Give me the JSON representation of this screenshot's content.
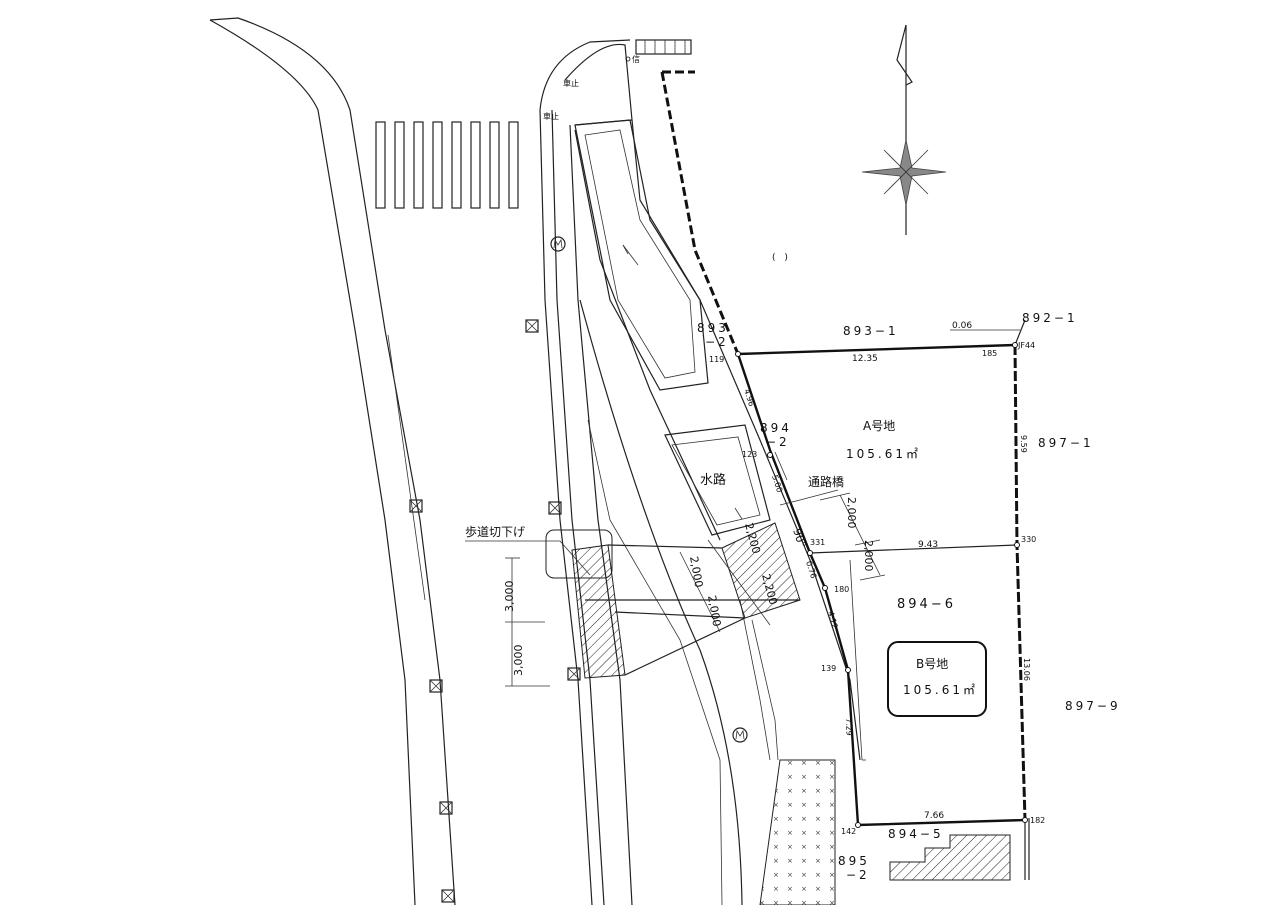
{
  "parcels": {
    "p893_1": "893−1",
    "p892_1": "892−1",
    "p893_2_a": "893",
    "p893_2_b": "−2",
    "p894_2_a": "894",
    "p894_2_b": "−2",
    "p897_1": "897−1",
    "p894_6": "894−6",
    "p897_9": "897−9",
    "p894_5": "894−5",
    "p895_2_a": "895",
    "p895_2_b": "−2"
  },
  "lot_a": {
    "name": "A号地",
    "area": "105.61㎡"
  },
  "lot_b": {
    "name": "B号地",
    "area": "105.61㎡"
  },
  "features": {
    "waterway": "水路",
    "passage_bridge": "通路橋",
    "sidewalk_cut": "歩道切下げ",
    "stop_1": "車止",
    "stop_2": "車止",
    "signal": "信",
    "parenthesis": "(         )"
  },
  "points": {
    "p119": "119",
    "p185": "185",
    "jf44": "JF44",
    "p123": "123",
    "p331": "331",
    "p330": "330",
    "p180": "180",
    "p139": "139",
    "p142": "142",
    "p182": "182"
  },
  "dimensions": {
    "d12_35": "12.35",
    "d0_06": "0.06",
    "d9_59": "9.59",
    "d4_96": "4.96",
    "d5_00": "5.00",
    "d9_43": "9.43",
    "d0_76": "0.76",
    "d4_12": "4.12",
    "d13_06": "13.06",
    "d7_29": "7.29",
    "d7_66": "7.66",
    "d2000_a": "2,000",
    "d2000_b": "2,000",
    "d2000_c": "2,000",
    "d2000_d": "2,000",
    "d2200_a": "2,200",
    "d2200_b": "2,200",
    "d3000_a": "3,000",
    "d3000_b": "3,000",
    "ang90": "90°"
  }
}
